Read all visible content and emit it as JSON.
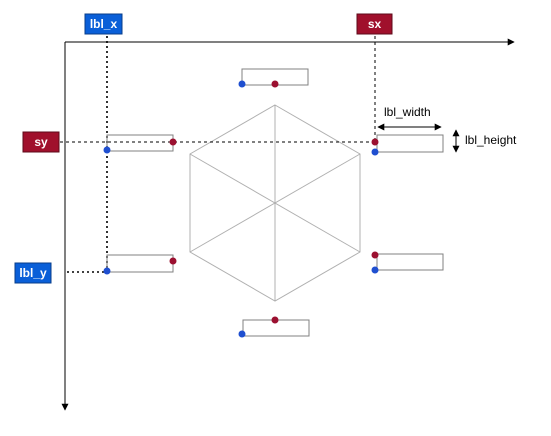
{
  "labels": {
    "lbl_x": "lbl_x",
    "sx": "sx",
    "sy": "sy",
    "lbl_y": "lbl_y",
    "lbl_width": "lbl_width",
    "lbl_height": "lbl_height"
  },
  "colors": {
    "blue_tag": "#0a5fd8",
    "red_tag": "#a0102c",
    "blue_dot": "#1f4fd0",
    "red_dot": "#9b1030",
    "hexagon_stroke": "#b0b0b0",
    "box_stroke": "#808080",
    "axis": "#000000"
  }
}
